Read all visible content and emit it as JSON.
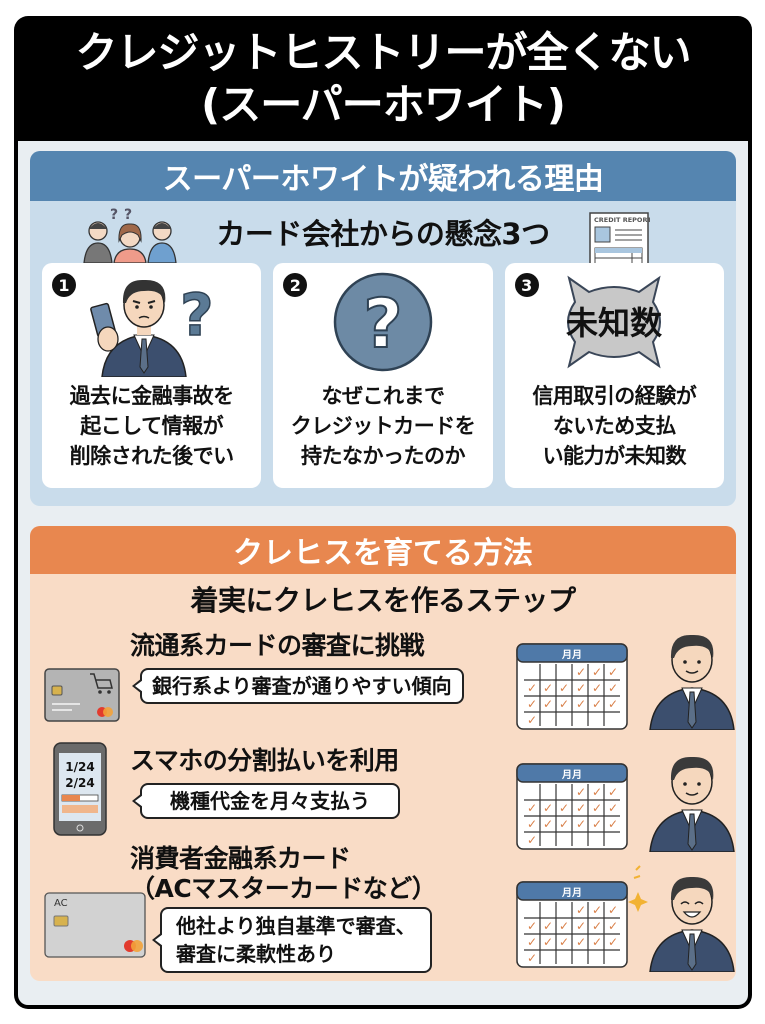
{
  "title": {
    "line1": "クレジットヒストリーが全くない",
    "line2": "(スーパーホワイト)"
  },
  "section1": {
    "heading": "スーパーホワイトが疑われる理由",
    "subheading": "カード会社からの懸念3つ",
    "report_label": "CREDIT REPORT",
    "cards": [
      {
        "number": "1",
        "icon": "businessman-with-card-question-icon",
        "lines": [
          "過去に金融事故を",
          "起こして情報が",
          "削除された後でい"
        ]
      },
      {
        "number": "2",
        "icon": "question-circle-icon",
        "lines": [
          "なぜこれまで",
          "クレジットカードを",
          "持たなかったのか"
        ]
      },
      {
        "number": "3",
        "icon": "unknown-burst-icon",
        "badge_text": "未知数",
        "lines": [
          "信用取引の経験が",
          "ないため支払",
          "い能力が未知数"
        ]
      }
    ]
  },
  "section2": {
    "heading": "クレヒスを育てる方法",
    "subheading": "着実にクレヒスを作るステップ",
    "calendar_label": "月月",
    "steps": [
      {
        "title": "流通系カードの審査に挑戦",
        "bubble": [
          "銀行系より審査が通りやすい傾向"
        ],
        "icon": "shopping-credit-card-icon"
      },
      {
        "title": "スマホの分割払いを利用",
        "bubble": [
          "機種代金を月々支払う"
        ],
        "icon": "smartphone-installment-icon",
        "phone_lines": [
          "1/24",
          "2/24"
        ]
      },
      {
        "title_lines": [
          "消費者金融系カード",
          "（ACマスターカードなど）"
        ],
        "bubble": [
          "他社より独自基準で審査、",
          "審査に柔軟性あり"
        ],
        "icon": "ac-credit-card-icon",
        "card_label": "AC"
      }
    ]
  },
  "colors": {
    "frame": "#000000",
    "section1_header": "#5585b0",
    "section1_bg": "#c9dceb",
    "section2_header": "#e8874f",
    "section2_bg": "#f9dcc6",
    "check": "#d9804a"
  }
}
